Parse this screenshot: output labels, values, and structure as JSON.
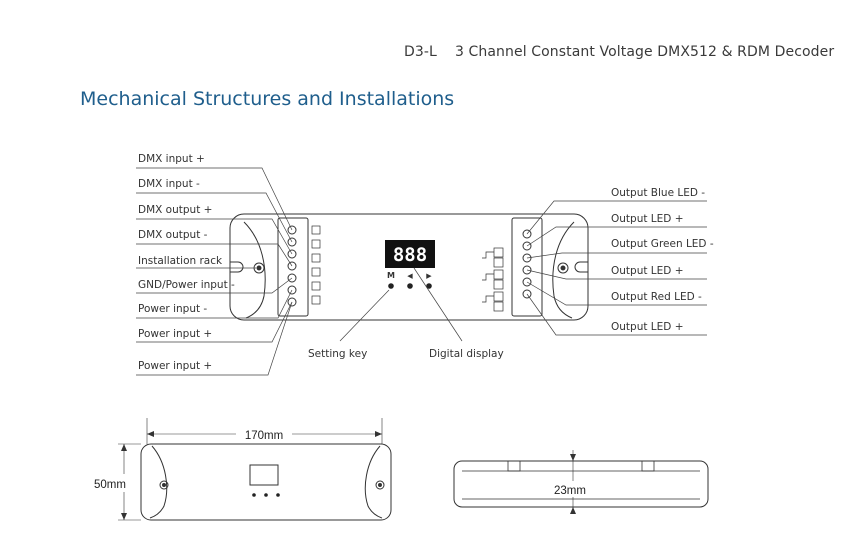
{
  "header": {
    "model": "D3-L",
    "title": "3 Channel Constant Voltage DMX512 & RDM Decoder"
  },
  "section_title": "Mechanical Structures and Installations",
  "left_labels": [
    "DMX input +",
    "DMX input -",
    "DMX output +",
    "DMX output -",
    "Installation rack",
    "GND/Power input -",
    "Power input -",
    "Power input +",
    "Power input +"
  ],
  "right_labels": [
    "Output Blue LED -",
    "Output LED +",
    "Output Green LED -",
    "Output LED +",
    "Output Red LED -",
    "Output LED +"
  ],
  "bottom_labels": {
    "setting_key": "Setting key",
    "digital_display": "Digital display"
  },
  "display": {
    "digits": "888",
    "buttons": [
      "M",
      "◀",
      "▶"
    ]
  },
  "dimensions": {
    "length": "170mm",
    "width": "50mm",
    "height": "23mm"
  }
}
